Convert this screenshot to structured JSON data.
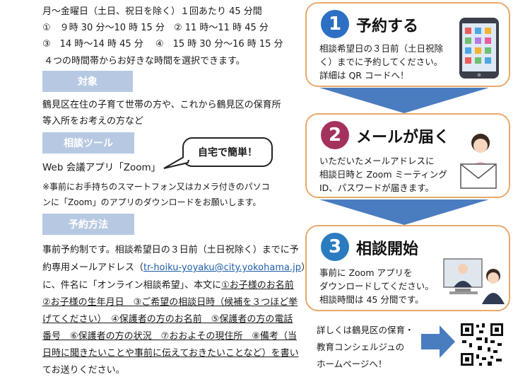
{
  "schedule": {
    "days": "月～金曜日（土日、祝日を除く）１回あたり 45 分間",
    "slots_row1": "①　９時 30 分～10 時 15 分　②  11 時～11 時 45 分",
    "slots_row2": "③　14 時～14 時 45 分　 ④　15 時 30 分～16 時 15 分",
    "note": "４つの時間帯からお好きな時間を選択できます。"
  },
  "target": {
    "heading": "対象",
    "line1": "鶴見区在住の子育て世帯の方や、これから鶴見区の保育所",
    "line2": "等入所をお考えの方など"
  },
  "tool": {
    "heading": "相談ツール",
    "bubble": "自宅で簡単！",
    "app": "Web 会議アプリ「Zoom」",
    "note1": "※事前にお手持ちのスマートフォン又はカメラ付きのパソコ",
    "note2": "ンに「Zoom」のアプリのダウンロードをお願いします。"
  },
  "reservation": {
    "heading": "予約方法",
    "l1": "事前予約制です。相談希望日の３日前（土日祝除く）までに予",
    "l2_a": "約専用メールアドレス（",
    "email": "tr-hoiku-yoyaku@city.yokohama.jp",
    "l2_b": "）",
    "l3_a": "に、件名に「オンライン相談希望」、本文に",
    "l3_b": "①お子様のお名前",
    "l4": "②お子様の生年月日　③ご希望の相談日時（候補を３つほど挙",
    "l5_a": "げてください）",
    "l5_b": "　④保護者の方のお名前　⑤保護者の方の電話",
    "l6_a": "番号",
    "l6_b": "　⑥保護者の方の状況　⑦おおよその現住所　⑧備考（当",
    "l7": "日時に聞きたいことや事前に伝えておきたいことなど）を書い",
    "l8": "てお送りください。"
  },
  "steps": [
    {
      "num": "1",
      "title": "予約する",
      "lines": [
        "相談希望日の３日前（土日祝除",
        "く）までに予約してください。",
        "詳細は QR コードへ！"
      ]
    },
    {
      "num": "2",
      "title": "メールが届く",
      "lines": [
        "いただいたメールアドレスに",
        "相談日時と Zoom ミーティング",
        "ID、パスワードが届きます。"
      ]
    },
    {
      "num": "3",
      "title": "相談開始",
      "lines": [
        "事前に Zoom アプリを",
        "ダウンロードしてください。",
        "相談時間は 45 分間です。"
      ]
    }
  ],
  "footer": {
    "l1": "詳しくは鶴見区の保育・",
    "l2": "教育コンシェルジュの",
    "l3": "ホームページへ！"
  },
  "colors": {
    "heading_bg": "#b7c9e2",
    "step_border": "#e8a86a",
    "arrow": "#4a7cc0",
    "link": "#1f5fa8"
  },
  "icons": [
    "smartphone-icon",
    "email-icon",
    "video-call-icon",
    "qr-code-icon",
    "arrow-right-icon"
  ]
}
